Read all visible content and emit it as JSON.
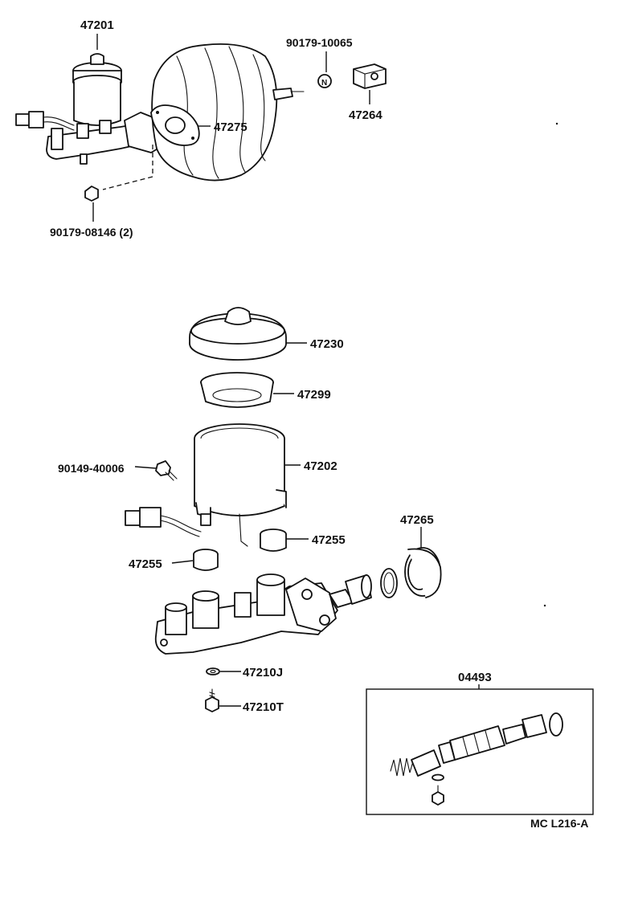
{
  "labels": {
    "p47201": "47201",
    "p90179_10065": "90179-10065",
    "p47275": "47275",
    "p47264": "47264",
    "p90179_08146": "90179-08146 (2)",
    "p47230": "47230",
    "p47299": "47299",
    "p90149_40006": "90149-40006",
    "p47202": "47202",
    "p47255_right": "47255",
    "p47255_left": "47255",
    "p47265": "47265",
    "p47210J": "47210J",
    "p47210T": "47210T",
    "p04493": "04493"
  },
  "footer": {
    "code": "MC L216-A"
  }
}
